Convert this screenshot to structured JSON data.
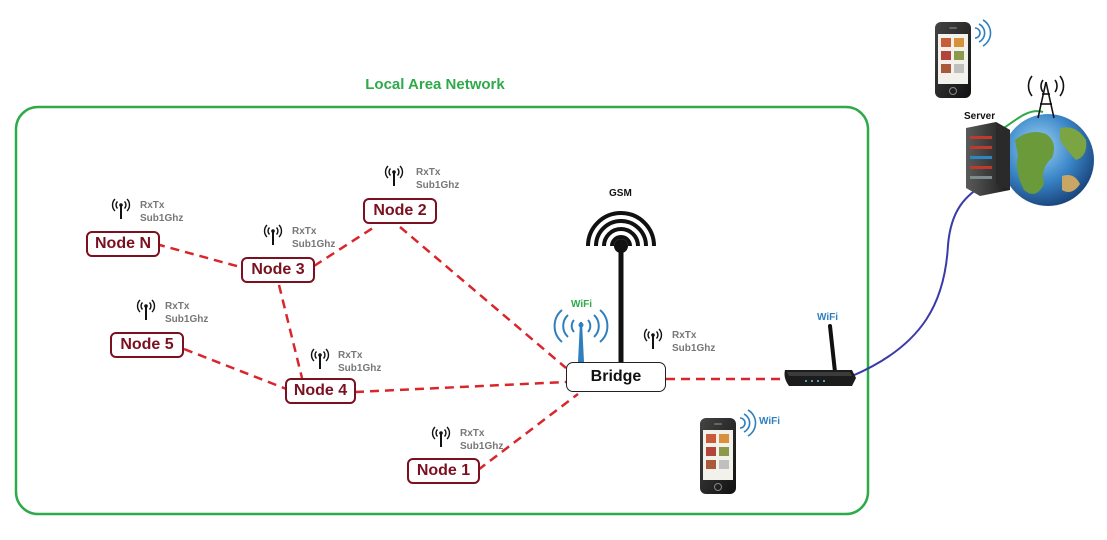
{
  "lan_title": "Local Area Network",
  "nodes": {
    "node_n": "Node N",
    "node_2": "Node 2",
    "node_3": "Node 3",
    "node_5": "Node 5",
    "node_4": "Node 4",
    "node_1": "Node 1"
  },
  "bridge_label": "Bridge",
  "radio_label_line1": "RxTx",
  "radio_label_line2": "Sub1Ghz",
  "gsm_label": "GSM",
  "wifi_label": "WiFi",
  "server_label": "Server",
  "colors": {
    "lan_border": "#2eaa4a",
    "node_border": "#7a1020",
    "link_dashed": "#d9262c",
    "internet_link": "#3a3aa8",
    "wifi_blue": "#2f7fbf"
  }
}
